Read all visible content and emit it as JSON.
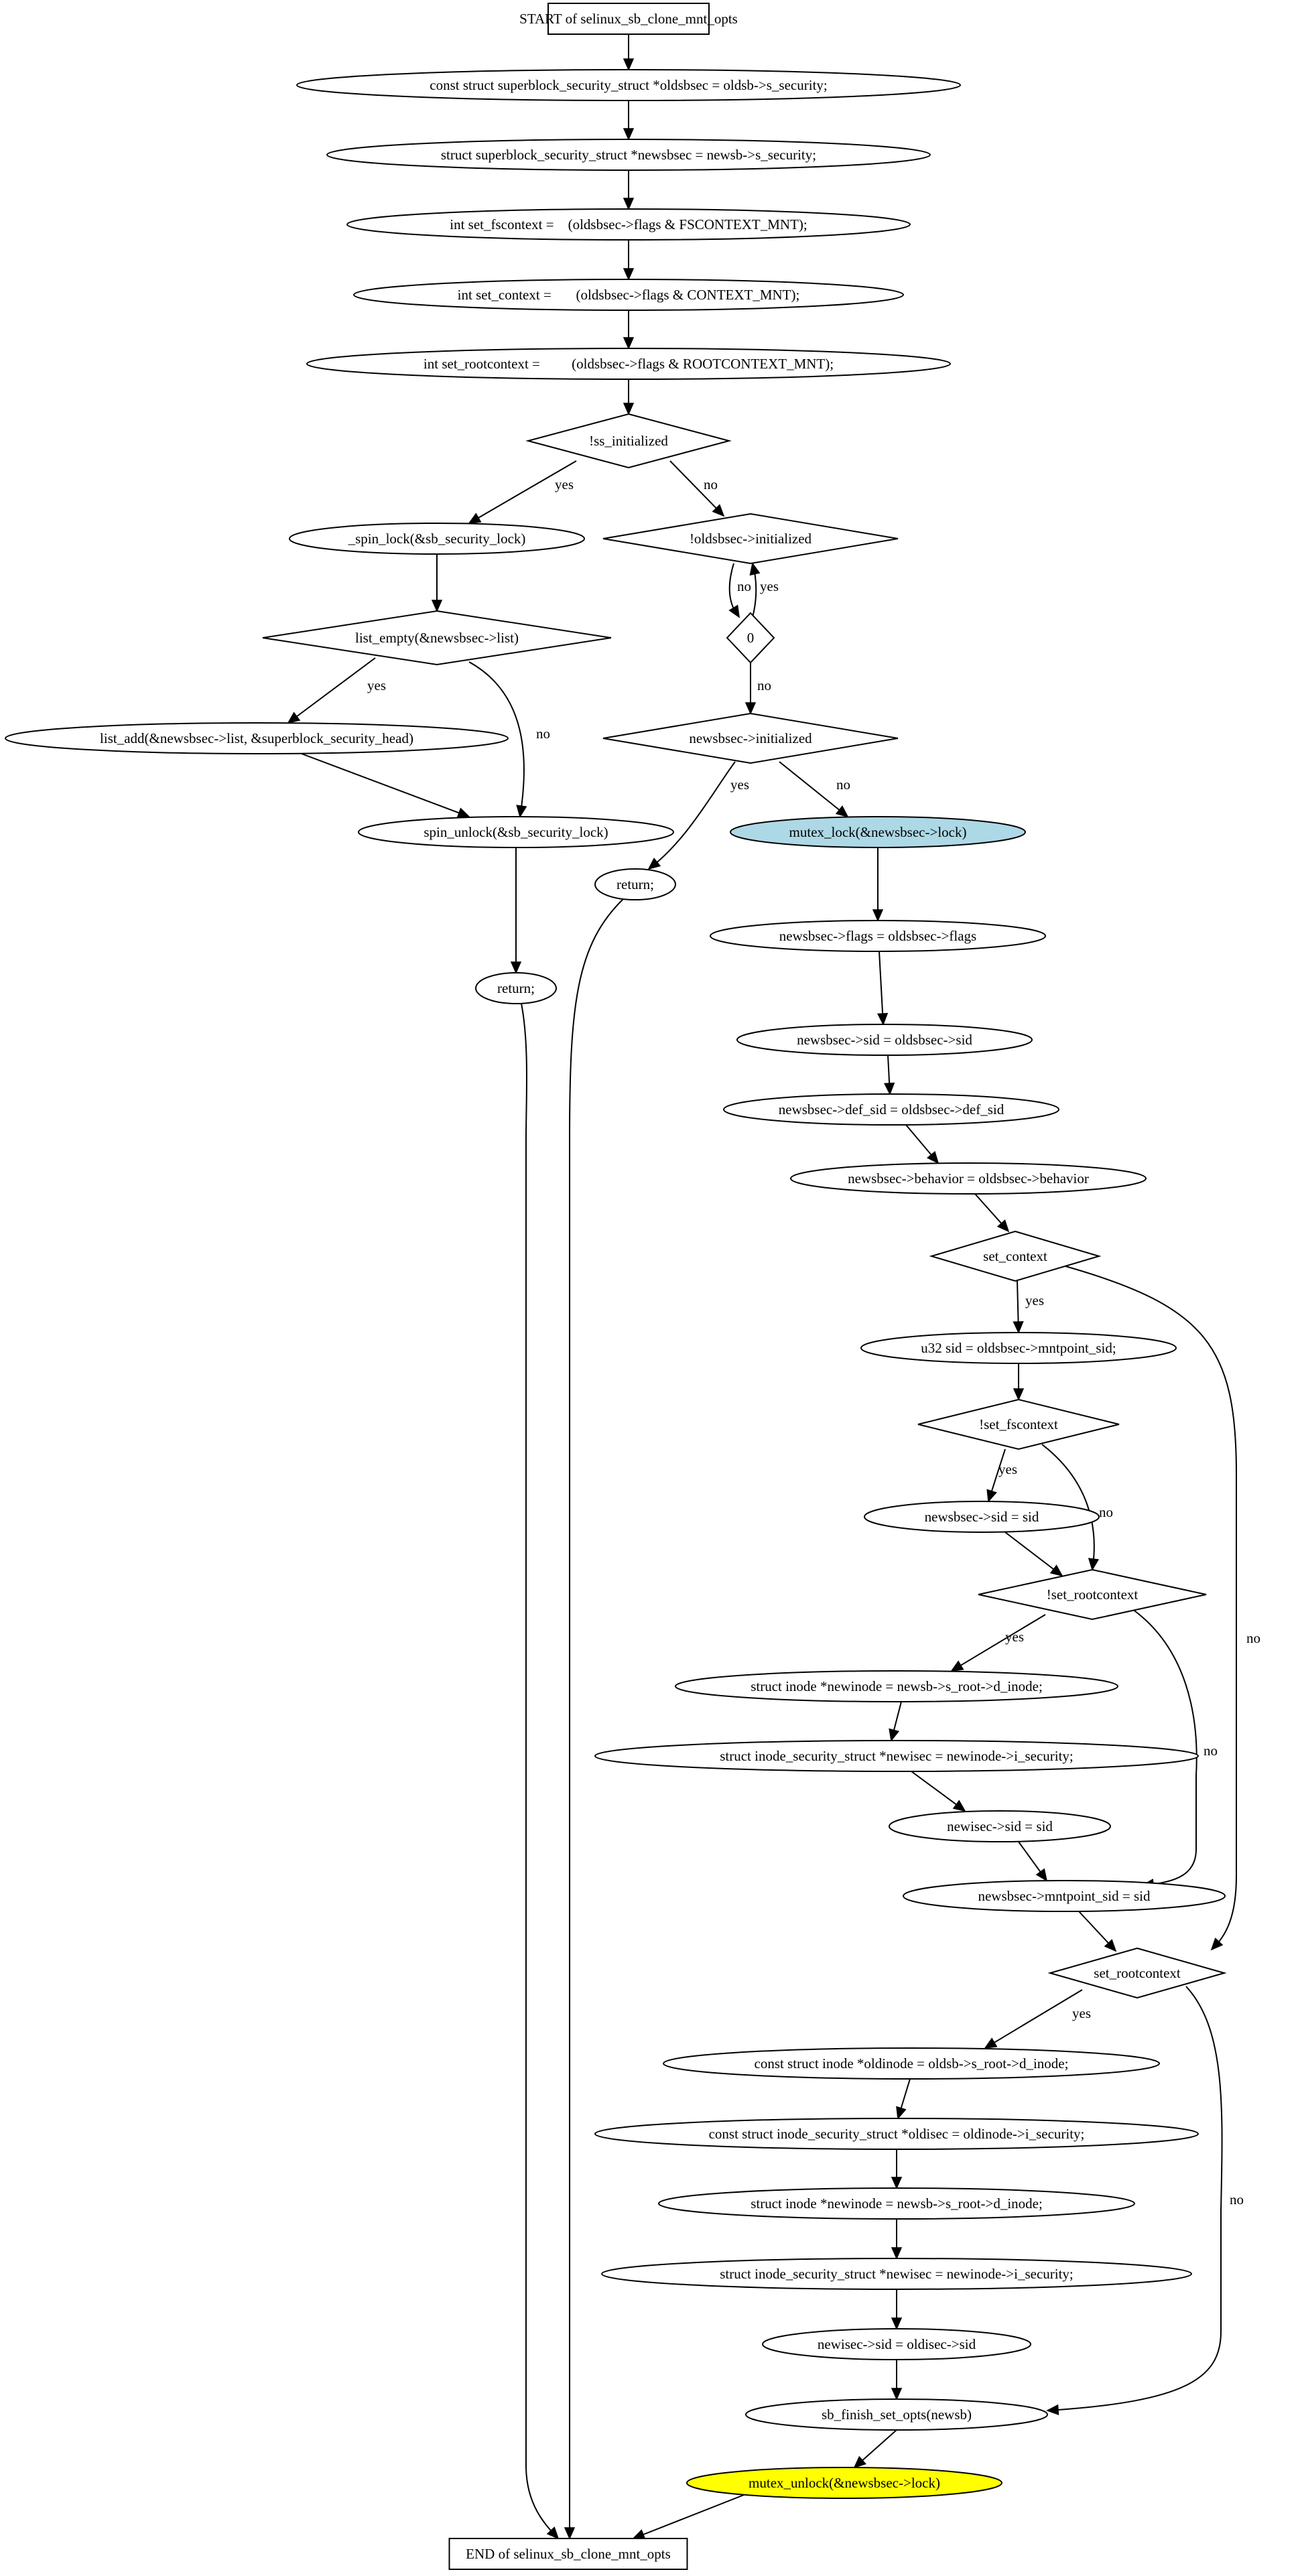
{
  "diagram": {
    "nodes": [
      {
        "id": "start",
        "shape": "box",
        "label": "START of selinux_sb_clone_mnt_opts"
      },
      {
        "id": "n1",
        "shape": "ellipse",
        "label": "const struct superblock_security_struct *oldsbsec = oldsb->s_security;"
      },
      {
        "id": "n2",
        "shape": "ellipse",
        "label": "struct superblock_security_struct *newsbsec = newsb->s_security;"
      },
      {
        "id": "n3",
        "shape": "ellipse",
        "label": "int set_fscontext =    (oldsbsec->flags & FSCONTEXT_MNT);"
      },
      {
        "id": "n4",
        "shape": "ellipse",
        "label": "int set_context =       (oldsbsec->flags & CONTEXT_MNT);"
      },
      {
        "id": "n5",
        "shape": "ellipse",
        "label": "int set_rootcontext =         (oldsbsec->flags & ROOTCONTEXT_MNT);"
      },
      {
        "id": "d1",
        "shape": "diamond",
        "label": "!ss_initialized"
      },
      {
        "id": "n6",
        "shape": "ellipse",
        "label": "_spin_lock(&sb_security_lock)"
      },
      {
        "id": "d2",
        "shape": "diamond",
        "label": "!oldsbsec->initialized"
      },
      {
        "id": "d3",
        "shape": "diamond",
        "label": "list_empty(&newsbsec->list)"
      },
      {
        "id": "d4",
        "shape": "diamond",
        "label": "0"
      },
      {
        "id": "n7",
        "shape": "ellipse",
        "label": "list_add(&newsbsec->list, &superblock_security_head)"
      },
      {
        "id": "d5",
        "shape": "diamond",
        "label": "newsbsec->initialized"
      },
      {
        "id": "n8",
        "shape": "ellipse",
        "label": "spin_unlock(&sb_security_lock)"
      },
      {
        "id": "n9",
        "shape": "ellipse",
        "label": "mutex_lock(&newsbsec->lock)",
        "fill": "#add8e6"
      },
      {
        "id": "n10",
        "shape": "ellipse",
        "label": "return;"
      },
      {
        "id": "n11",
        "shape": "ellipse",
        "label": "newsbsec->flags = oldsbsec->flags"
      },
      {
        "id": "n12",
        "shape": "ellipse",
        "label": "return;"
      },
      {
        "id": "n13",
        "shape": "ellipse",
        "label": "newsbsec->sid = oldsbsec->sid"
      },
      {
        "id": "n14",
        "shape": "ellipse",
        "label": "newsbsec->def_sid = oldsbsec->def_sid"
      },
      {
        "id": "n15",
        "shape": "ellipse",
        "label": "newsbsec->behavior = oldsbsec->behavior"
      },
      {
        "id": "d6",
        "shape": "diamond",
        "label": "set_context"
      },
      {
        "id": "n16",
        "shape": "ellipse",
        "label": "u32 sid = oldsbsec->mntpoint_sid;"
      },
      {
        "id": "d7",
        "shape": "diamond",
        "label": "!set_fscontext"
      },
      {
        "id": "n17",
        "shape": "ellipse",
        "label": "newsbsec->sid = sid"
      },
      {
        "id": "d8",
        "shape": "diamond",
        "label": "!set_rootcontext"
      },
      {
        "id": "n18",
        "shape": "ellipse",
        "label": "struct inode *newinode = newsb->s_root->d_inode;"
      },
      {
        "id": "n19",
        "shape": "ellipse",
        "label": "struct inode_security_struct *newisec = newinode->i_security;"
      },
      {
        "id": "n20",
        "shape": "ellipse",
        "label": "newisec->sid = sid"
      },
      {
        "id": "n21",
        "shape": "ellipse",
        "label": "newsbsec->mntpoint_sid = sid"
      },
      {
        "id": "d9",
        "shape": "diamond",
        "label": "set_rootcontext"
      },
      {
        "id": "n22",
        "shape": "ellipse",
        "label": "const struct inode *oldinode = oldsb->s_root->d_inode;"
      },
      {
        "id": "n23",
        "shape": "ellipse",
        "label": "const struct inode_security_struct *oldisec = oldinode->i_security;"
      },
      {
        "id": "n24",
        "shape": "ellipse",
        "label": "struct inode *newinode = newsb->s_root->d_inode;"
      },
      {
        "id": "n25",
        "shape": "ellipse",
        "label": "struct inode_security_struct *newisec = newinode->i_security;"
      },
      {
        "id": "n26",
        "shape": "ellipse",
        "label": "newisec->sid = oldisec->sid"
      },
      {
        "id": "n27",
        "shape": "ellipse",
        "label": "sb_finish_set_opts(newsb)"
      },
      {
        "id": "n28",
        "shape": "ellipse",
        "label": "mutex_unlock(&newsbsec->lock)",
        "fill": "#ffff00"
      },
      {
        "id": "end",
        "shape": "box",
        "label": "END of selinux_sb_clone_mnt_opts"
      }
    ],
    "edges": [
      {
        "from": "start",
        "to": "n1",
        "label": ""
      },
      {
        "from": "n1",
        "to": "n2",
        "label": ""
      },
      {
        "from": "n2",
        "to": "n3",
        "label": ""
      },
      {
        "from": "n3",
        "to": "n4",
        "label": ""
      },
      {
        "from": "n4",
        "to": "n5",
        "label": ""
      },
      {
        "from": "n5",
        "to": "d1",
        "label": ""
      },
      {
        "from": "d1",
        "to": "n6",
        "label": "yes"
      },
      {
        "from": "d1",
        "to": "d2",
        "label": "no"
      },
      {
        "from": "n6",
        "to": "d3",
        "label": ""
      },
      {
        "from": "d2",
        "to": "d4",
        "label": "no"
      },
      {
        "from": "d4",
        "to": "d2",
        "label": "yes"
      },
      {
        "from": "d3",
        "to": "n7",
        "label": "yes"
      },
      {
        "from": "d3",
        "to": "n8",
        "label": "no"
      },
      {
        "from": "d4",
        "to": "d5",
        "label": "no"
      },
      {
        "from": "n7",
        "to": "n8",
        "label": ""
      },
      {
        "from": "d5",
        "to": "n10",
        "label": "yes"
      },
      {
        "from": "d5",
        "to": "n9",
        "label": "no"
      },
      {
        "from": "n8",
        "to": "n12",
        "label": ""
      },
      {
        "from": "n9",
        "to": "n11",
        "label": ""
      },
      {
        "from": "n10",
        "to": "end",
        "label": ""
      },
      {
        "from": "n12",
        "to": "end",
        "label": ""
      },
      {
        "from": "n11",
        "to": "n13",
        "label": ""
      },
      {
        "from": "n13",
        "to": "n14",
        "label": ""
      },
      {
        "from": "n14",
        "to": "n15",
        "label": ""
      },
      {
        "from": "n15",
        "to": "d6",
        "label": ""
      },
      {
        "from": "d6",
        "to": "n16",
        "label": "yes"
      },
      {
        "from": "d6",
        "to": "d9",
        "label": "no"
      },
      {
        "from": "n16",
        "to": "d7",
        "label": ""
      },
      {
        "from": "d7",
        "to": "n17",
        "label": "yes"
      },
      {
        "from": "d7",
        "to": "d8",
        "label": "no"
      },
      {
        "from": "n17",
        "to": "d8",
        "label": ""
      },
      {
        "from": "d8",
        "to": "n18",
        "label": "yes"
      },
      {
        "from": "d8",
        "to": "n21",
        "label": "no"
      },
      {
        "from": "n18",
        "to": "n19",
        "label": ""
      },
      {
        "from": "n19",
        "to": "n20",
        "label": ""
      },
      {
        "from": "n20",
        "to": "n21",
        "label": ""
      },
      {
        "from": "n21",
        "to": "d9",
        "label": ""
      },
      {
        "from": "d9",
        "to": "n22",
        "label": "yes"
      },
      {
        "from": "d9",
        "to": "n27",
        "label": "no"
      },
      {
        "from": "n22",
        "to": "n23",
        "label": ""
      },
      {
        "from": "n23",
        "to": "n24",
        "label": ""
      },
      {
        "from": "n24",
        "to": "n25",
        "label": ""
      },
      {
        "from": "n25",
        "to": "n26",
        "label": ""
      },
      {
        "from": "n26",
        "to": "n27",
        "label": ""
      },
      {
        "from": "n27",
        "to": "n28",
        "label": ""
      },
      {
        "from": "n28",
        "to": "end",
        "label": ""
      }
    ]
  }
}
